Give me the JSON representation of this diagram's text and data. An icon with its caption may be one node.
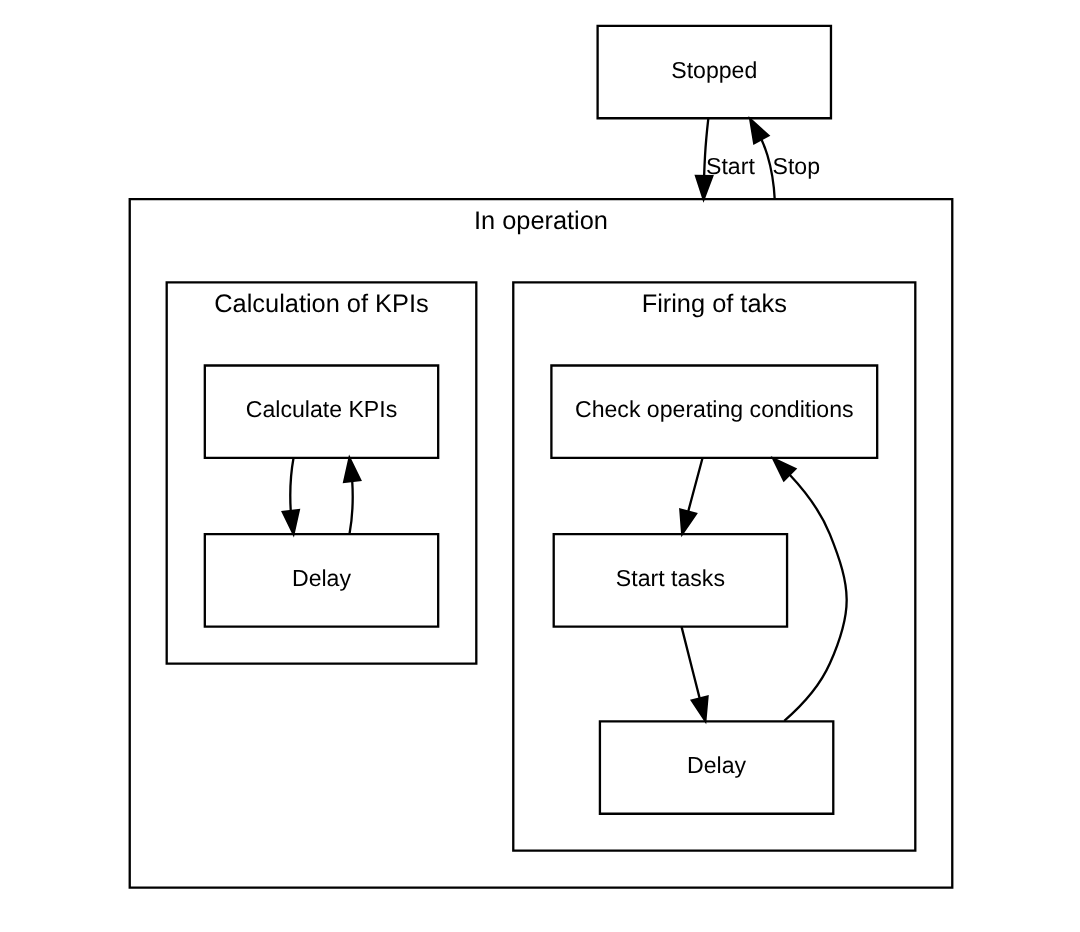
{
  "diagram": {
    "nodes": [
      {
        "text": [
          "Stopped"
        ]
      },
      {
        "text": [
          "In operation"
        ]
      },
      {
        "text": [
          "Firing of taks"
        ],
        "in": 1
      },
      {
        "text": [
          "Check operating conditions"
        ],
        "in": 2
      },
      {
        "text": [
          "Start tasks"
        ],
        "in": 2
      },
      {
        "text": [
          "Delay"
        ],
        "in": 2
      },
      {
        "text": [
          "Calculation of KPIs"
        ],
        "in": 1
      },
      {
        "text": [
          "Calculate KPIs"
        ],
        "in": 6
      },
      {
        "text": [
          "Delay"
        ],
        "in": 6
      }
    ],
    "edges": [
      {
        "from": 0,
        "to": 1,
        "label": "Start",
        "arrow": "to"
      },
      {
        "from": 1,
        "to": 0,
        "label": "Stop",
        "arrow": "to"
      },
      {
        "from": 3,
        "to": 4,
        "arrow": "to"
      },
      {
        "from": 4,
        "to": 5,
        "arrow": "to"
      },
      {
        "from": 5,
        "to": 3,
        "arrow": "to"
      },
      {
        "from": 7,
        "to": 8,
        "arrow": "to"
      },
      {
        "from": 8,
        "to": 7,
        "arrow": "to"
      }
    ]
  }
}
